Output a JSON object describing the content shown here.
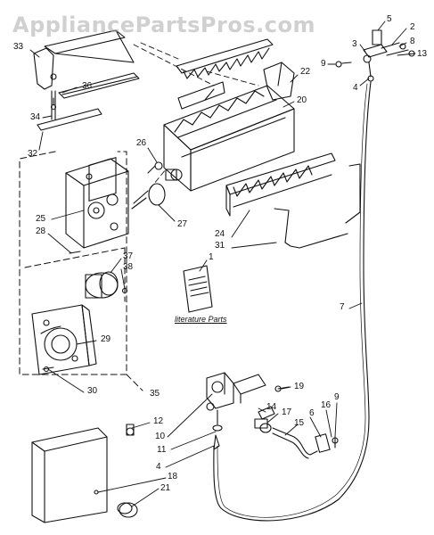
{
  "watermark": "AppliancePartsPros.com",
  "literature_label": "literature Parts",
  "callouts": [
    {
      "id": "c33",
      "text": "33"
    },
    {
      "id": "c36",
      "text": "36"
    },
    {
      "id": "c34",
      "text": "34"
    },
    {
      "id": "c32",
      "text": "32"
    },
    {
      "id": "c5",
      "text": "5"
    },
    {
      "id": "c2",
      "text": "2"
    },
    {
      "id": "c8",
      "text": "8"
    },
    {
      "id": "c3",
      "text": "3"
    },
    {
      "id": "c13",
      "text": "13"
    },
    {
      "id": "c9a",
      "text": "9"
    },
    {
      "id": "c22",
      "text": "22"
    },
    {
      "id": "c4a",
      "text": "4"
    },
    {
      "id": "c20",
      "text": "20"
    },
    {
      "id": "c26",
      "text": "26"
    },
    {
      "id": "c25",
      "text": "25"
    },
    {
      "id": "c28",
      "text": "28"
    },
    {
      "id": "c27",
      "text": "27"
    },
    {
      "id": "c24",
      "text": "24"
    },
    {
      "id": "c31",
      "text": "31"
    },
    {
      "id": "c1",
      "text": "1"
    },
    {
      "id": "c37",
      "text": "37"
    },
    {
      "id": "c38",
      "text": "38"
    },
    {
      "id": "c7",
      "text": "7"
    },
    {
      "id": "c29",
      "text": "29"
    },
    {
      "id": "c30",
      "text": "30"
    },
    {
      "id": "c35",
      "text": "35"
    },
    {
      "id": "c19",
      "text": "19"
    },
    {
      "id": "c12",
      "text": "12"
    },
    {
      "id": "c14",
      "text": "14"
    },
    {
      "id": "c17",
      "text": "17"
    },
    {
      "id": "c15",
      "text": "15"
    },
    {
      "id": "c6",
      "text": "6"
    },
    {
      "id": "c16",
      "text": "16"
    },
    {
      "id": "c9b",
      "text": "9"
    },
    {
      "id": "c10",
      "text": "10"
    },
    {
      "id": "c11",
      "text": "11"
    },
    {
      "id": "c4b",
      "text": "4"
    },
    {
      "id": "c18",
      "text": "18"
    },
    {
      "id": "c21",
      "text": "21"
    }
  ],
  "colors": {
    "ink": "#111111",
    "paper": "#ffffff",
    "watermark": "#aaaaaa"
  }
}
